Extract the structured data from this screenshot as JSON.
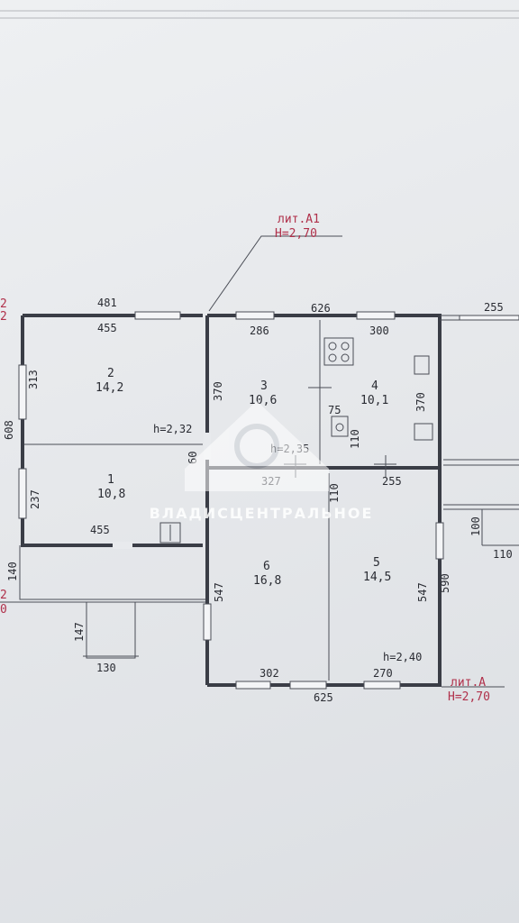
{
  "labels": {
    "lit_a1": "лит.А1",
    "h_a1": "Н=2,70",
    "lit_a": "лит.А",
    "h_a": "Н=2,70"
  },
  "rooms": [
    {
      "num": "2",
      "area": "14,2"
    },
    {
      "num": "1",
      "area": "10,8"
    },
    {
      "num": "3",
      "area": "10,6"
    },
    {
      "num": "4",
      "area": "10,1"
    },
    {
      "num": "6",
      "area": "16,8"
    },
    {
      "num": "5",
      "area": "14,5"
    }
  ],
  "heights": {
    "left": "h=2,32",
    "middle": "h=2,35",
    "right": "h=2,40"
  },
  "dims": {
    "top_481": "481",
    "top_455": "455",
    "top_626": "626",
    "top_286": "286",
    "top_300": "300",
    "top_255": "255",
    "left_313": "313",
    "left_608": "608",
    "left_237": "237",
    "left_140": "140",
    "mid_370a": "370",
    "mid_370b": "370",
    "mid_60": "60",
    "mid_75": "75",
    "mid_110a": "110",
    "mid_327": "327",
    "mid_255": "255",
    "mid_110b": "110",
    "bot_455": "455",
    "r6_547": "547",
    "r5_547": "547",
    "r_590": "590",
    "bot_302": "302",
    "bot_270": "270",
    "bot_625": "625",
    "porch_147": "147",
    "porch_130": "130",
    "ext_100": "100",
    "ext_110": "110",
    "edge_2a": "2",
    "edge_2b": "2",
    "edge_2c": "2",
    "edge_0": "0"
  },
  "watermark": {
    "text": "ВЛАДИСЦЕНТРАЛЬНОЕ"
  }
}
